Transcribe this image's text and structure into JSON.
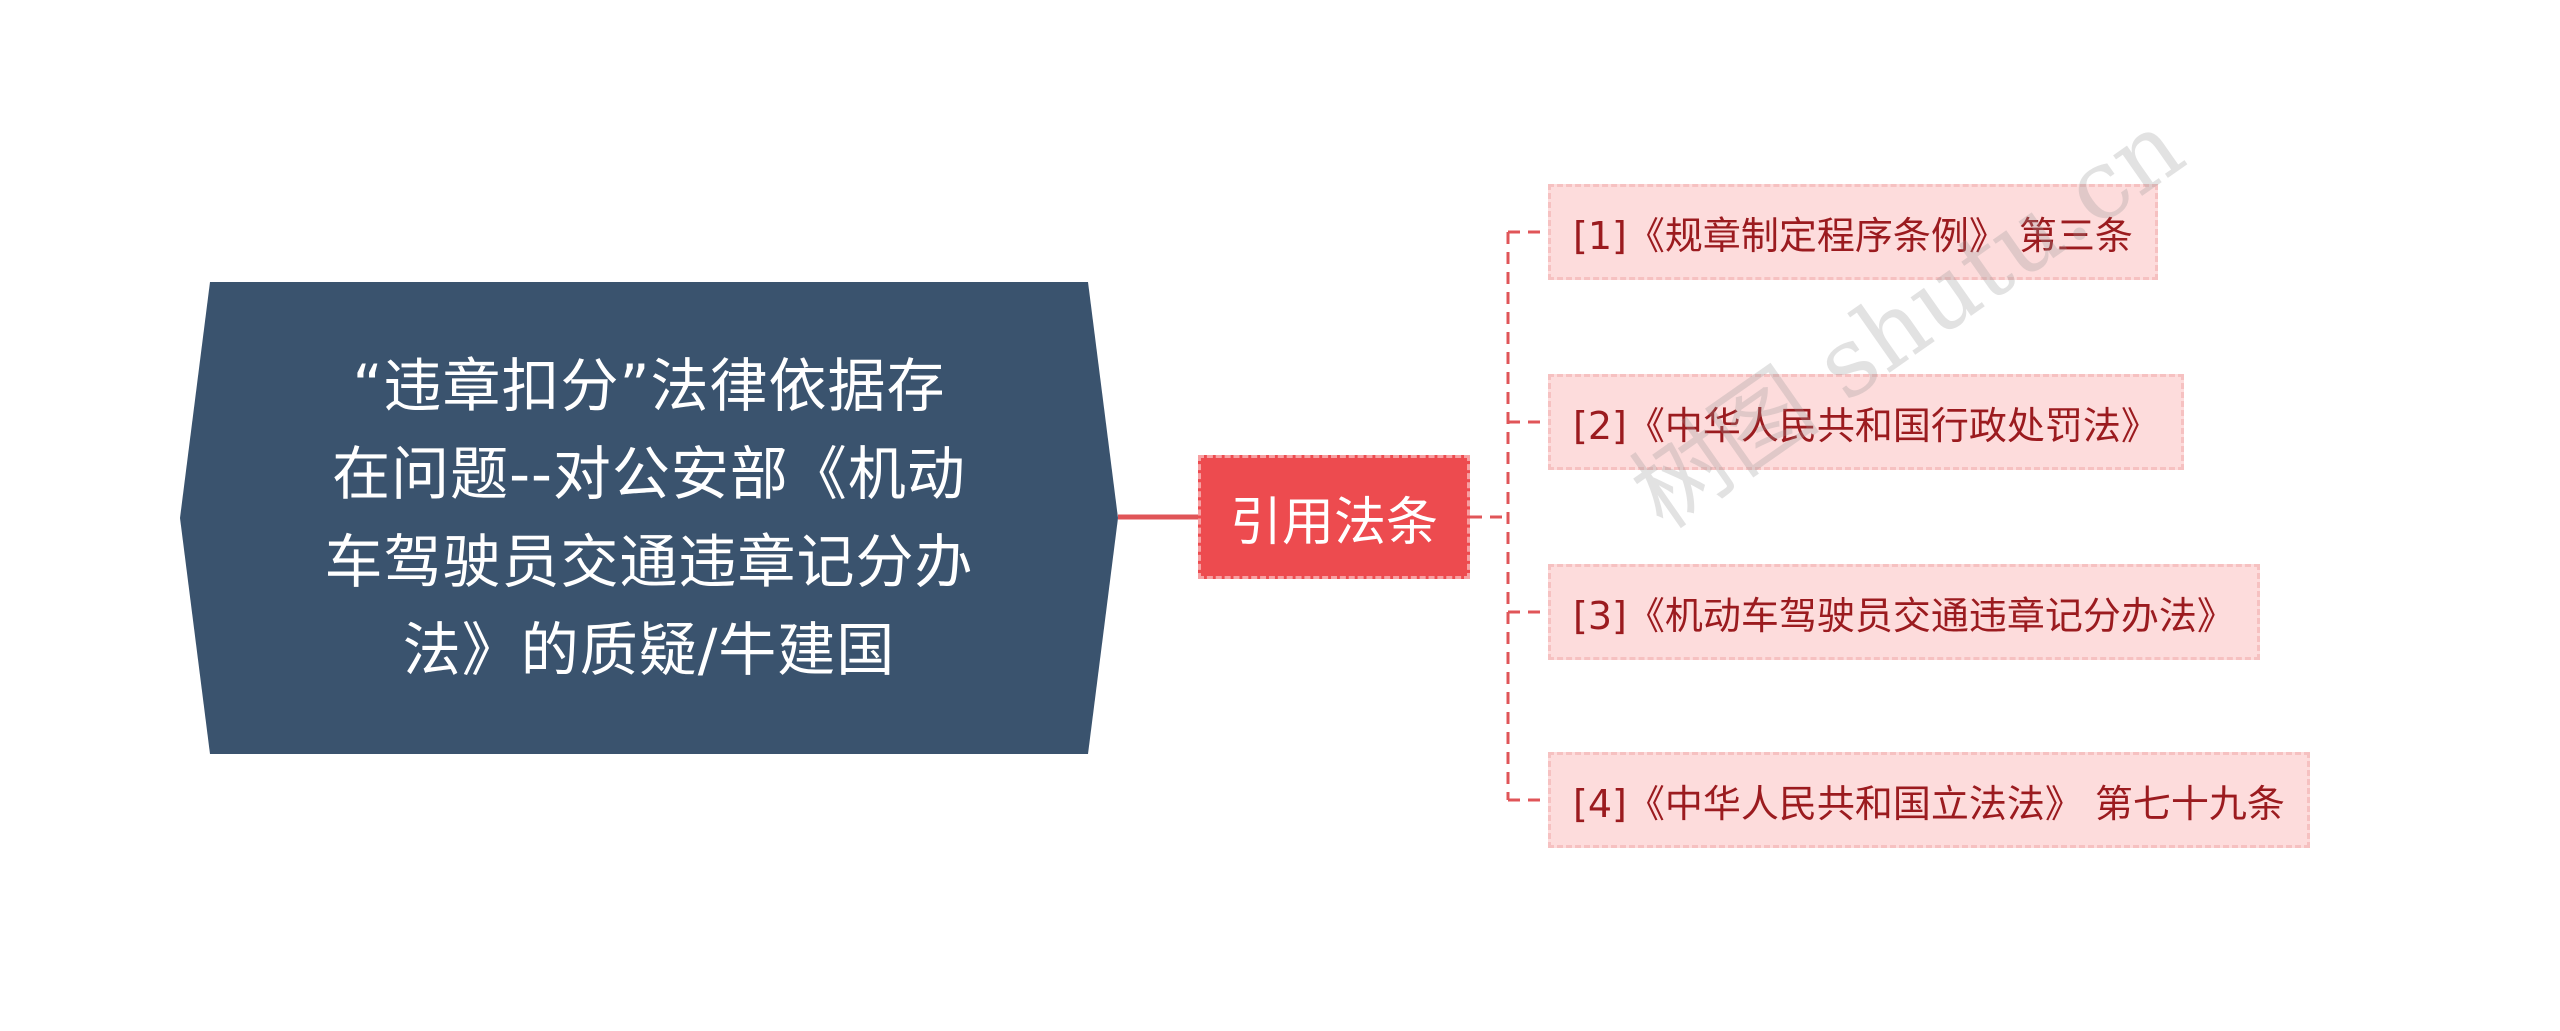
{
  "root": {
    "lines": [
      "“违章扣分”法律依据存",
      "在问题--对公安部《机动",
      "车驾驶员交通违章记分办",
      "法》的质疑/牛建国"
    ]
  },
  "middle": {
    "label": "引用法条"
  },
  "references": [
    {
      "label": "[1]《规章制定程序条例》 第三条"
    },
    {
      "label": "[2]《中华人民共和国行政处罚法》"
    },
    {
      "label": "[3]《机动车驾驶员交通违章记分办法》"
    },
    {
      "label": "[4]《中华人民共和国立法法》 第七十九条"
    }
  ],
  "watermark": "树图 shutu.cn",
  "colors": {
    "root_fill": "#3a536e",
    "middle_fill": "#ed4b4f",
    "leaf_fill": "#fddcdc",
    "leaf_text": "#9b1b1f",
    "connector": "#e05558"
  }
}
